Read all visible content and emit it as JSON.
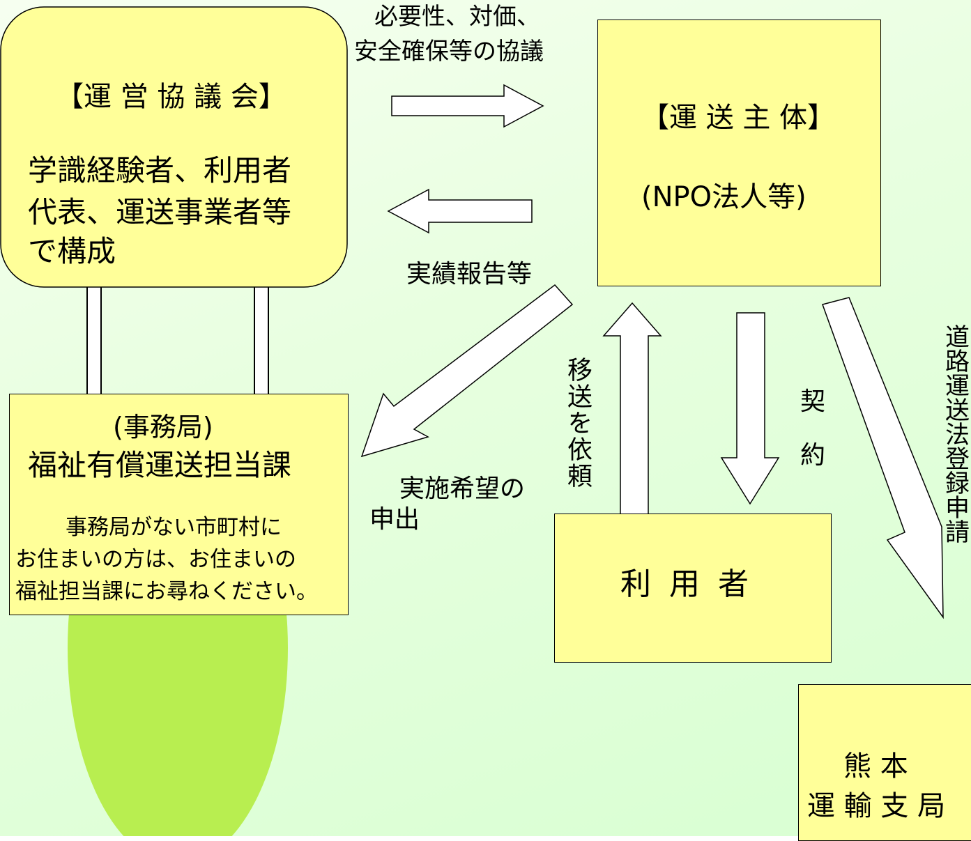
{
  "council": {
    "title": "【運 営 協 議 会】",
    "body_lines": [
      "学識経験者、利用者",
      "代表、運送事業者等",
      "で構成"
    ]
  },
  "operator": {
    "title": "【運 送 主 体】",
    "subtitle": "(NPO法人等)"
  },
  "secretariat": {
    "title": "(事務局)",
    "dept": "福祉有償運送担当課",
    "note_lines": [
      "事務局がない市町村に",
      "お住まいの方は、お住まいの",
      "福祉担当課にお尋ねください。"
    ]
  },
  "user": {
    "label": "利 用 者"
  },
  "bureau": {
    "line1": "熊 本",
    "line2": "運 輸 支 局"
  },
  "arrow_labels": {
    "consult_line1": "必要性、対価、",
    "consult_line2": "安全確保等の協議",
    "report": "実績報告等",
    "apply_line1": "実施希望の",
    "apply_line2": "申出",
    "request": "移送を依頼",
    "contract_1": "契",
    "contract_2": "約",
    "registration": "道路運送法登録申請"
  },
  "colors": {
    "box_fill": "#ffff99",
    "background": "#e4ffdc",
    "car_body": "#4aa0f0",
    "blob": "#b8ee50"
  },
  "icons": {
    "car": "car-icon",
    "blob": "green-blob-decoration"
  }
}
